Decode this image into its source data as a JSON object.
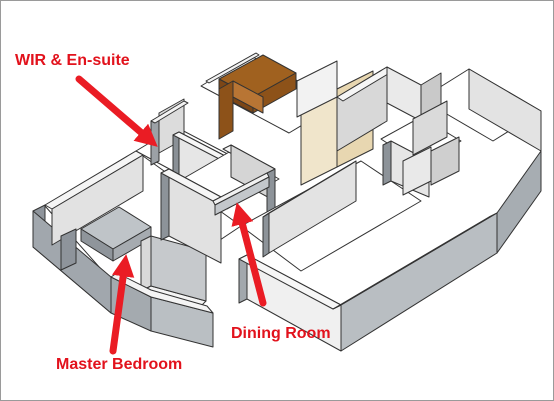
{
  "labels": {
    "wir_ensuite": "WIR & En-suite",
    "master_bedroom": "Master Bedroom",
    "dining_room": "Dining Room"
  },
  "colors": {
    "label": "#e2121c",
    "arrow": "#ea1c24",
    "floor": "#ffffff",
    "wall_top": "#f6f6f6",
    "wall_side_light": "#e4e4e4",
    "wall_side_dark": "#9aa0a6",
    "outline": "#333333",
    "kitchen_cabinet": "#9a5a22",
    "accent_wall": "#e9d9b5",
    "bed": "#a8adb2"
  },
  "icons": [
    "arrow-icon"
  ]
}
